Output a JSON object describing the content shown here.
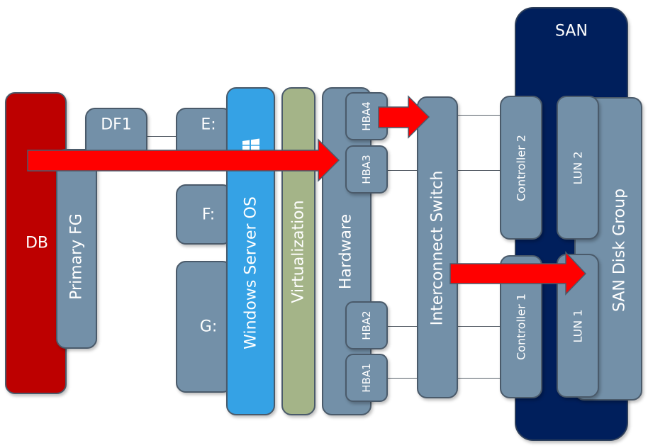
{
  "diagram": {
    "colors": {
      "db": "#bd0000",
      "component": "#7390a8",
      "windows": "#35a2e5",
      "virtualization": "#a4b488",
      "san": "#001f5c",
      "arrow": "#ff0000",
      "border": "#4a5a6a"
    },
    "nodes": {
      "db": "DB",
      "primary_fg": "Primary FG",
      "df1": "DF1",
      "drive_e": "E:",
      "drive_f": "F:",
      "drive_g": "G:",
      "windows_os": "Windows Server OS",
      "windows_icon": "windows-logo",
      "virtualization": "Virtualization",
      "hardware": "Hardware",
      "hba1": "HBA1",
      "hba2": "HBA2",
      "hba3": "HBA3",
      "hba4": "HBA4",
      "switch": "Interconnect Switch",
      "san": "SAN",
      "controller1": "Controller 1",
      "controller2": "Controller 2",
      "lun1": "LUN 1",
      "lun2": "LUN 2",
      "san_disk_group": "SAN Disk Group"
    },
    "connections": [
      {
        "from": "DF1",
        "to": "E:"
      },
      {
        "from": "HBA4",
        "to": "Interconnect Switch",
        "style": "arrow"
      },
      {
        "from": "DB",
        "to": "HBA3",
        "style": "arrow"
      },
      {
        "from": "HBA3",
        "to": "Interconnect Switch"
      },
      {
        "from": "HBA2",
        "to": "Interconnect Switch"
      },
      {
        "from": "HBA1",
        "to": "Interconnect Switch"
      },
      {
        "from": "Interconnect Switch",
        "to": "Controller 2"
      },
      {
        "from": "Interconnect Switch",
        "to": "Controller 1"
      },
      {
        "from": "Interconnect Switch",
        "to": "LUN 1",
        "style": "arrow"
      }
    ]
  }
}
